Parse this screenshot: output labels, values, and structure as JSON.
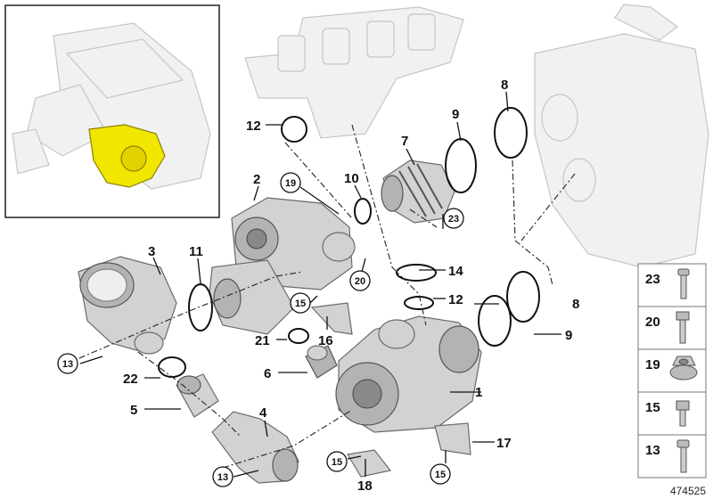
{
  "callouts": {
    "c1": "1",
    "c2": "2",
    "c3": "3",
    "c4": "4",
    "c5": "5",
    "c6": "6",
    "c7": "7",
    "c8a": "8",
    "c8b": "8",
    "c9a": "9",
    "c9b": "9",
    "c10": "10",
    "c11": "11",
    "c12a": "12",
    "c12b": "12",
    "c14": "14",
    "c16": "16",
    "c17": "17",
    "c18": "18",
    "c21": "21",
    "c22": "22"
  },
  "circled": {
    "c13a": "13",
    "c13b": "13",
    "c15a": "15",
    "c15b": "15",
    "c15c": "15",
    "c19": "19",
    "c20": "20",
    "c23": "23"
  },
  "hardware_panel": {
    "items": [
      "23",
      "20",
      "19",
      "15",
      "13"
    ]
  },
  "reference_number": "474525"
}
